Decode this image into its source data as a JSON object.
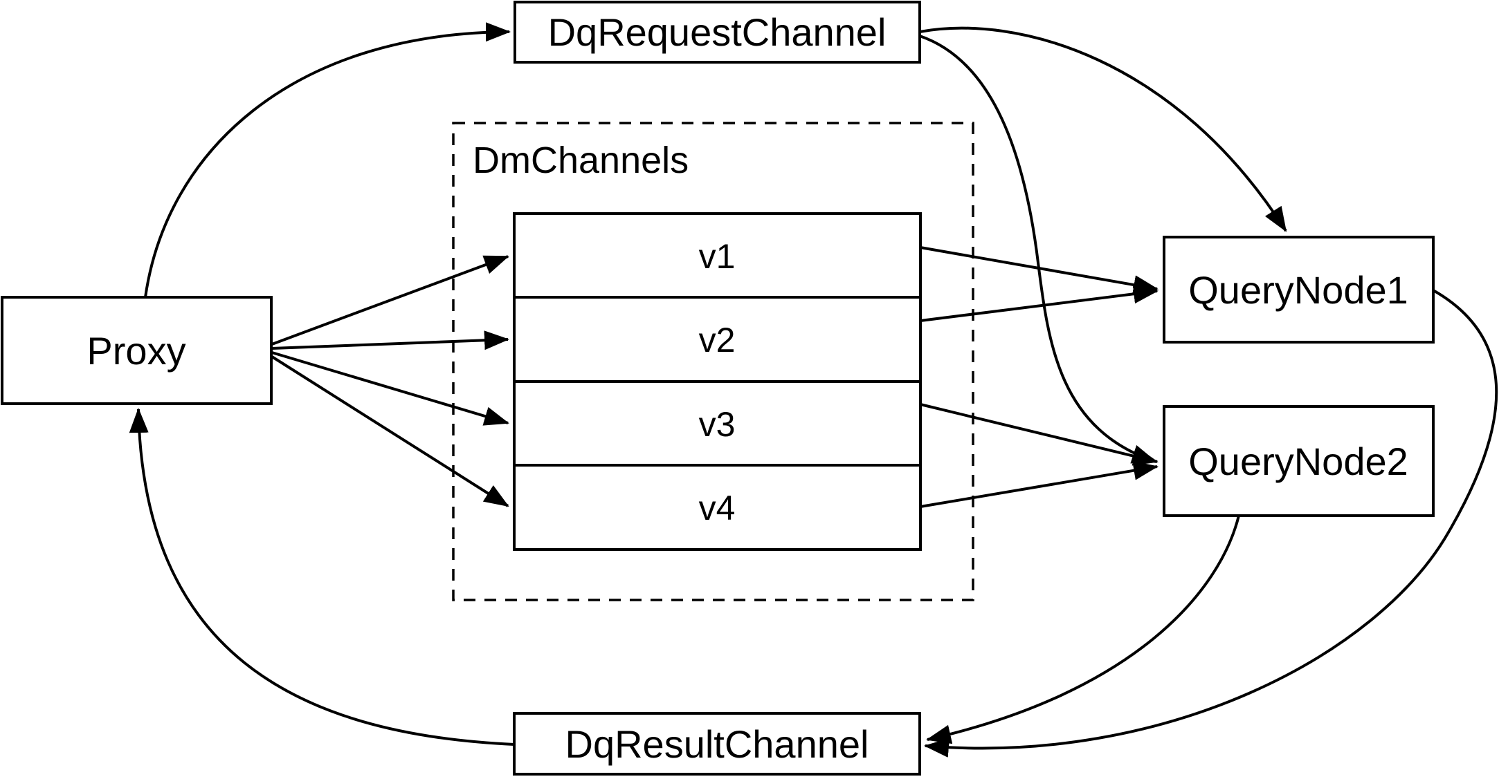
{
  "diagram": {
    "background_color": "#ffffff",
    "line_color": "#000000",
    "nodes": {
      "dq_request_channel": {
        "label": "DqRequestChannel"
      },
      "proxy": {
        "label": "Proxy"
      },
      "dm_channels_group": {
        "label": "DmChannels",
        "channels": [
          {
            "label": "v1"
          },
          {
            "label": "v2"
          },
          {
            "label": "v3"
          },
          {
            "label": "v4"
          }
        ]
      },
      "query_node_1": {
        "label": "QueryNode1"
      },
      "query_node_2": {
        "label": "QueryNode2"
      },
      "dq_result_channel": {
        "label": "DqResultChannel"
      }
    },
    "edges": [
      {
        "from": "Proxy",
        "to": "DqRequestChannel"
      },
      {
        "from": "Proxy",
        "to": "v1"
      },
      {
        "from": "Proxy",
        "to": "v2"
      },
      {
        "from": "Proxy",
        "to": "v3"
      },
      {
        "from": "Proxy",
        "to": "v4"
      },
      {
        "from": "v1",
        "to": "QueryNode1"
      },
      {
        "from": "v2",
        "to": "QueryNode1"
      },
      {
        "from": "v3",
        "to": "QueryNode2"
      },
      {
        "from": "v4",
        "to": "QueryNode2"
      },
      {
        "from": "DqRequestChannel",
        "to": "QueryNode1"
      },
      {
        "from": "DqRequestChannel",
        "to": "QueryNode2"
      },
      {
        "from": "QueryNode1",
        "to": "DqResultChannel"
      },
      {
        "from": "QueryNode2",
        "to": "DqResultChannel"
      },
      {
        "from": "DqResultChannel",
        "to": "Proxy"
      }
    ]
  }
}
